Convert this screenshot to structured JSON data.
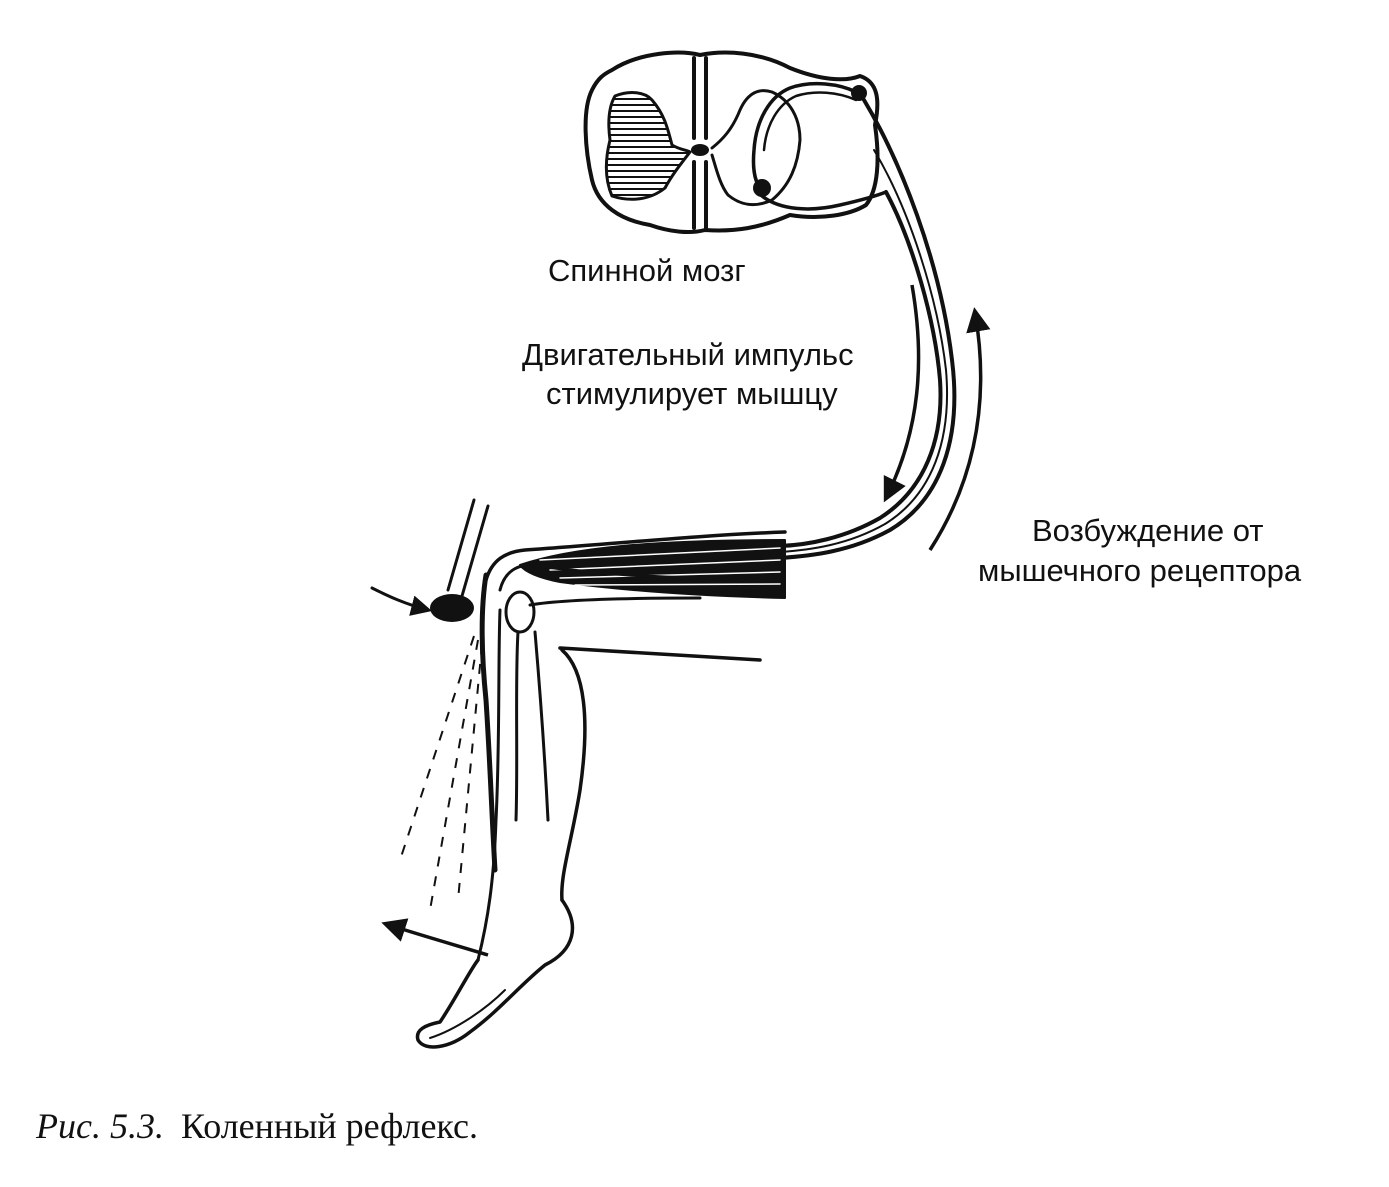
{
  "labels": {
    "spinal_cord": "Спинной мозг",
    "motor_impulse_line1": "Двигательный импульс",
    "motor_impulse_line2": "стимулирует мышцу",
    "receptor_line1": "Возбуждение от",
    "receptor_line2": "мышечного рецептора"
  },
  "caption": {
    "figure_ref": "Рис. 5.3.",
    "text": "Коленный рефлекс."
  },
  "colors": {
    "ink": "#111111",
    "paper": "#ffffff"
  }
}
